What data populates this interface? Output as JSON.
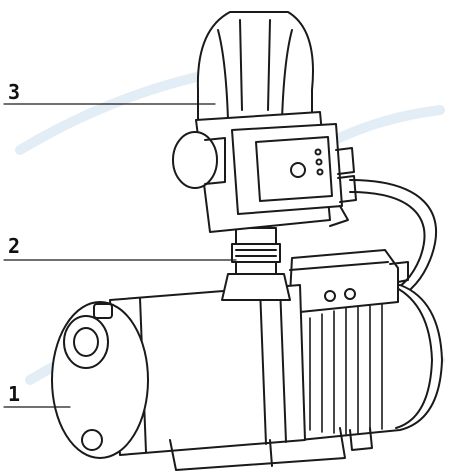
{
  "callouts": [
    {
      "number": "3",
      "part": "pressure-controller"
    },
    {
      "number": "2",
      "part": "connector-fitting"
    },
    {
      "number": "1",
      "part": "pump-body"
    }
  ],
  "colors": {
    "line": "#1a1a1a",
    "fill": "#ffffff",
    "watermark": "#cfe0ee"
  }
}
